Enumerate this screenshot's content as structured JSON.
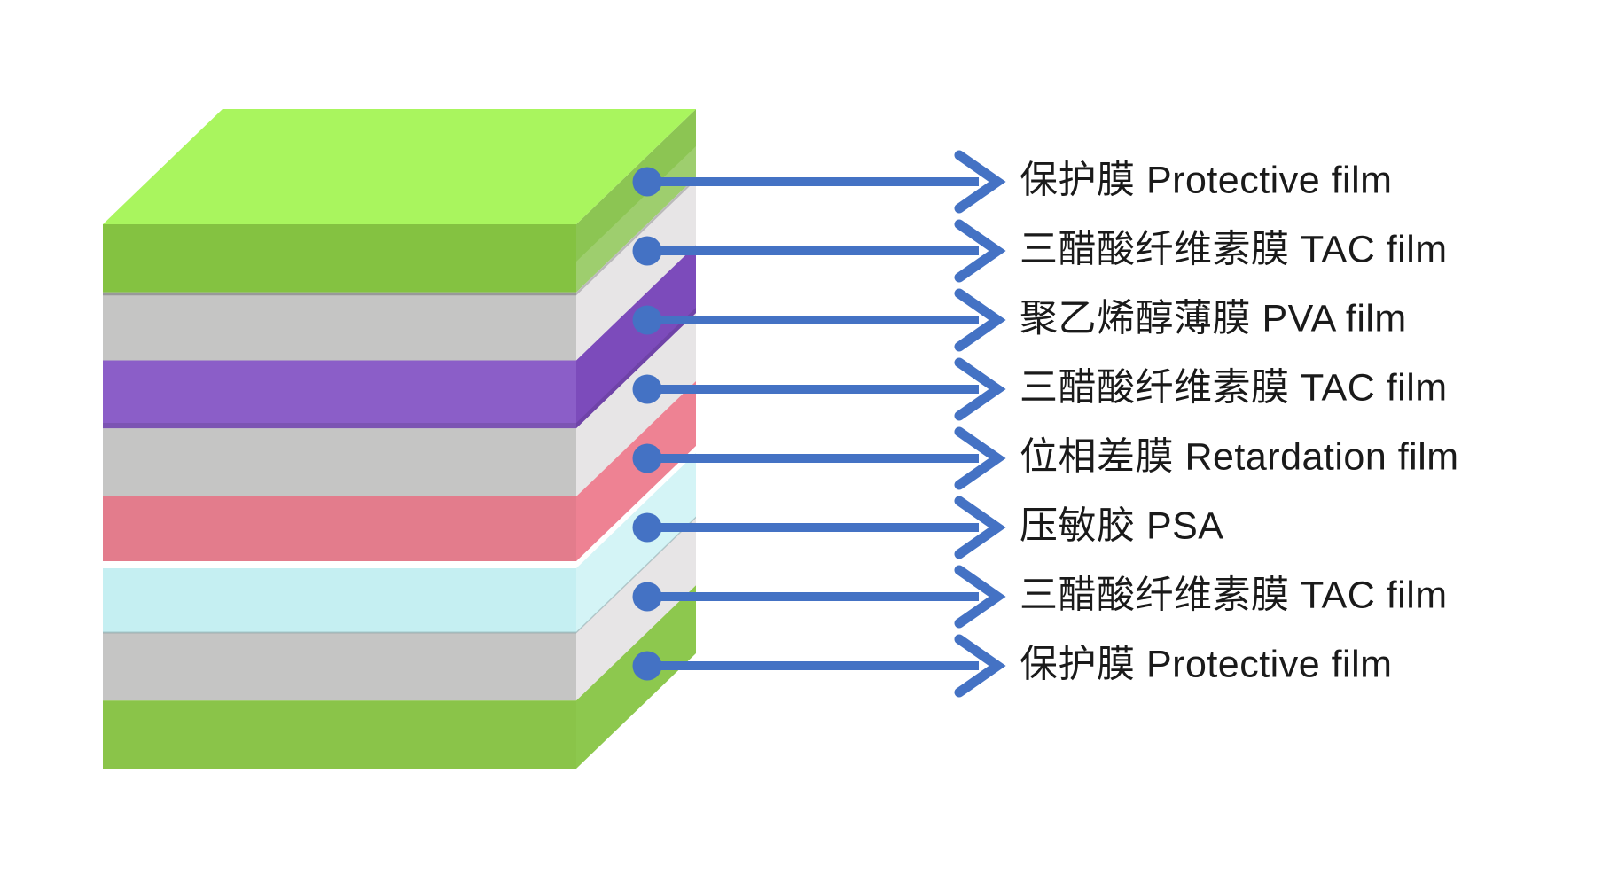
{
  "diagram": {
    "type": "polarizer-layer-stack",
    "background_color": "#ffffff",
    "text_color": "#1a1a1a",
    "arrow_color": "#4472c4",
    "stack_top_face_color": "#a9f55e",
    "layers": [
      {
        "label": "保护膜 Protective film",
        "front_color": "#84c241",
        "side_color": "#8cc553"
      },
      {
        "label": "三醋酸纤维素膜 TAC film",
        "front_color": "#c5c5c4",
        "side_color": "#e7e5e6"
      },
      {
        "label": "聚乙烯醇薄膜 PVA film",
        "front_color": "#8b5ec8",
        "side_color": "#7c4bbb"
      },
      {
        "label": "三醋酸纤维素膜 TAC film",
        "front_color": "#c5c5c4",
        "side_color": "#e7e5e6"
      },
      {
        "label": "位相差膜 Retardation film",
        "front_color": "#e37c8c",
        "side_color": "#ee8293"
      },
      {
        "label": "压敏胶 PSA",
        "front_color": "#c5eff2",
        "side_color": "#d4f4f6"
      },
      {
        "label": "三醋酸纤维素膜 TAC film",
        "front_color": "#c5c5c4",
        "side_color": "#e7e5e6"
      },
      {
        "label": "保护膜 Protective film",
        "front_color": "#8ac449",
        "side_color": "#8dc84e"
      }
    ]
  }
}
